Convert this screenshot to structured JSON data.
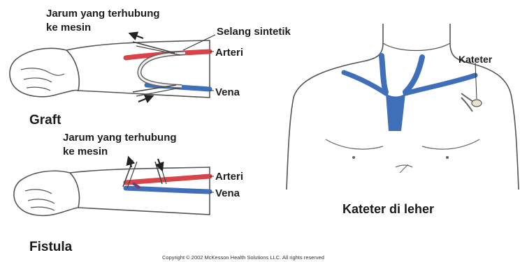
{
  "graft": {
    "needle_label": "Jarum yang terhubung\nke mesin",
    "synthetic_label": "Selang sintetik",
    "artery_label": "Arteri",
    "vein_label": "Vena",
    "title": "Graft"
  },
  "fistula": {
    "needle_label": "Jarum yang terhubung\nke mesin",
    "artery_label": "Arteri",
    "vein_label": "Vena",
    "title": "Fistula"
  },
  "neck": {
    "catheter_label": "Kateter",
    "caption": "Kateter di leher"
  },
  "copyright": "Copyright © 2002 McKesson Health Solutions LLC. All rights reserved",
  "colors": {
    "artery": "#d9434a",
    "vein": "#3f6fb8",
    "outline": "#555555",
    "skin": "#ffffff",
    "text": "#1e1e1e"
  }
}
